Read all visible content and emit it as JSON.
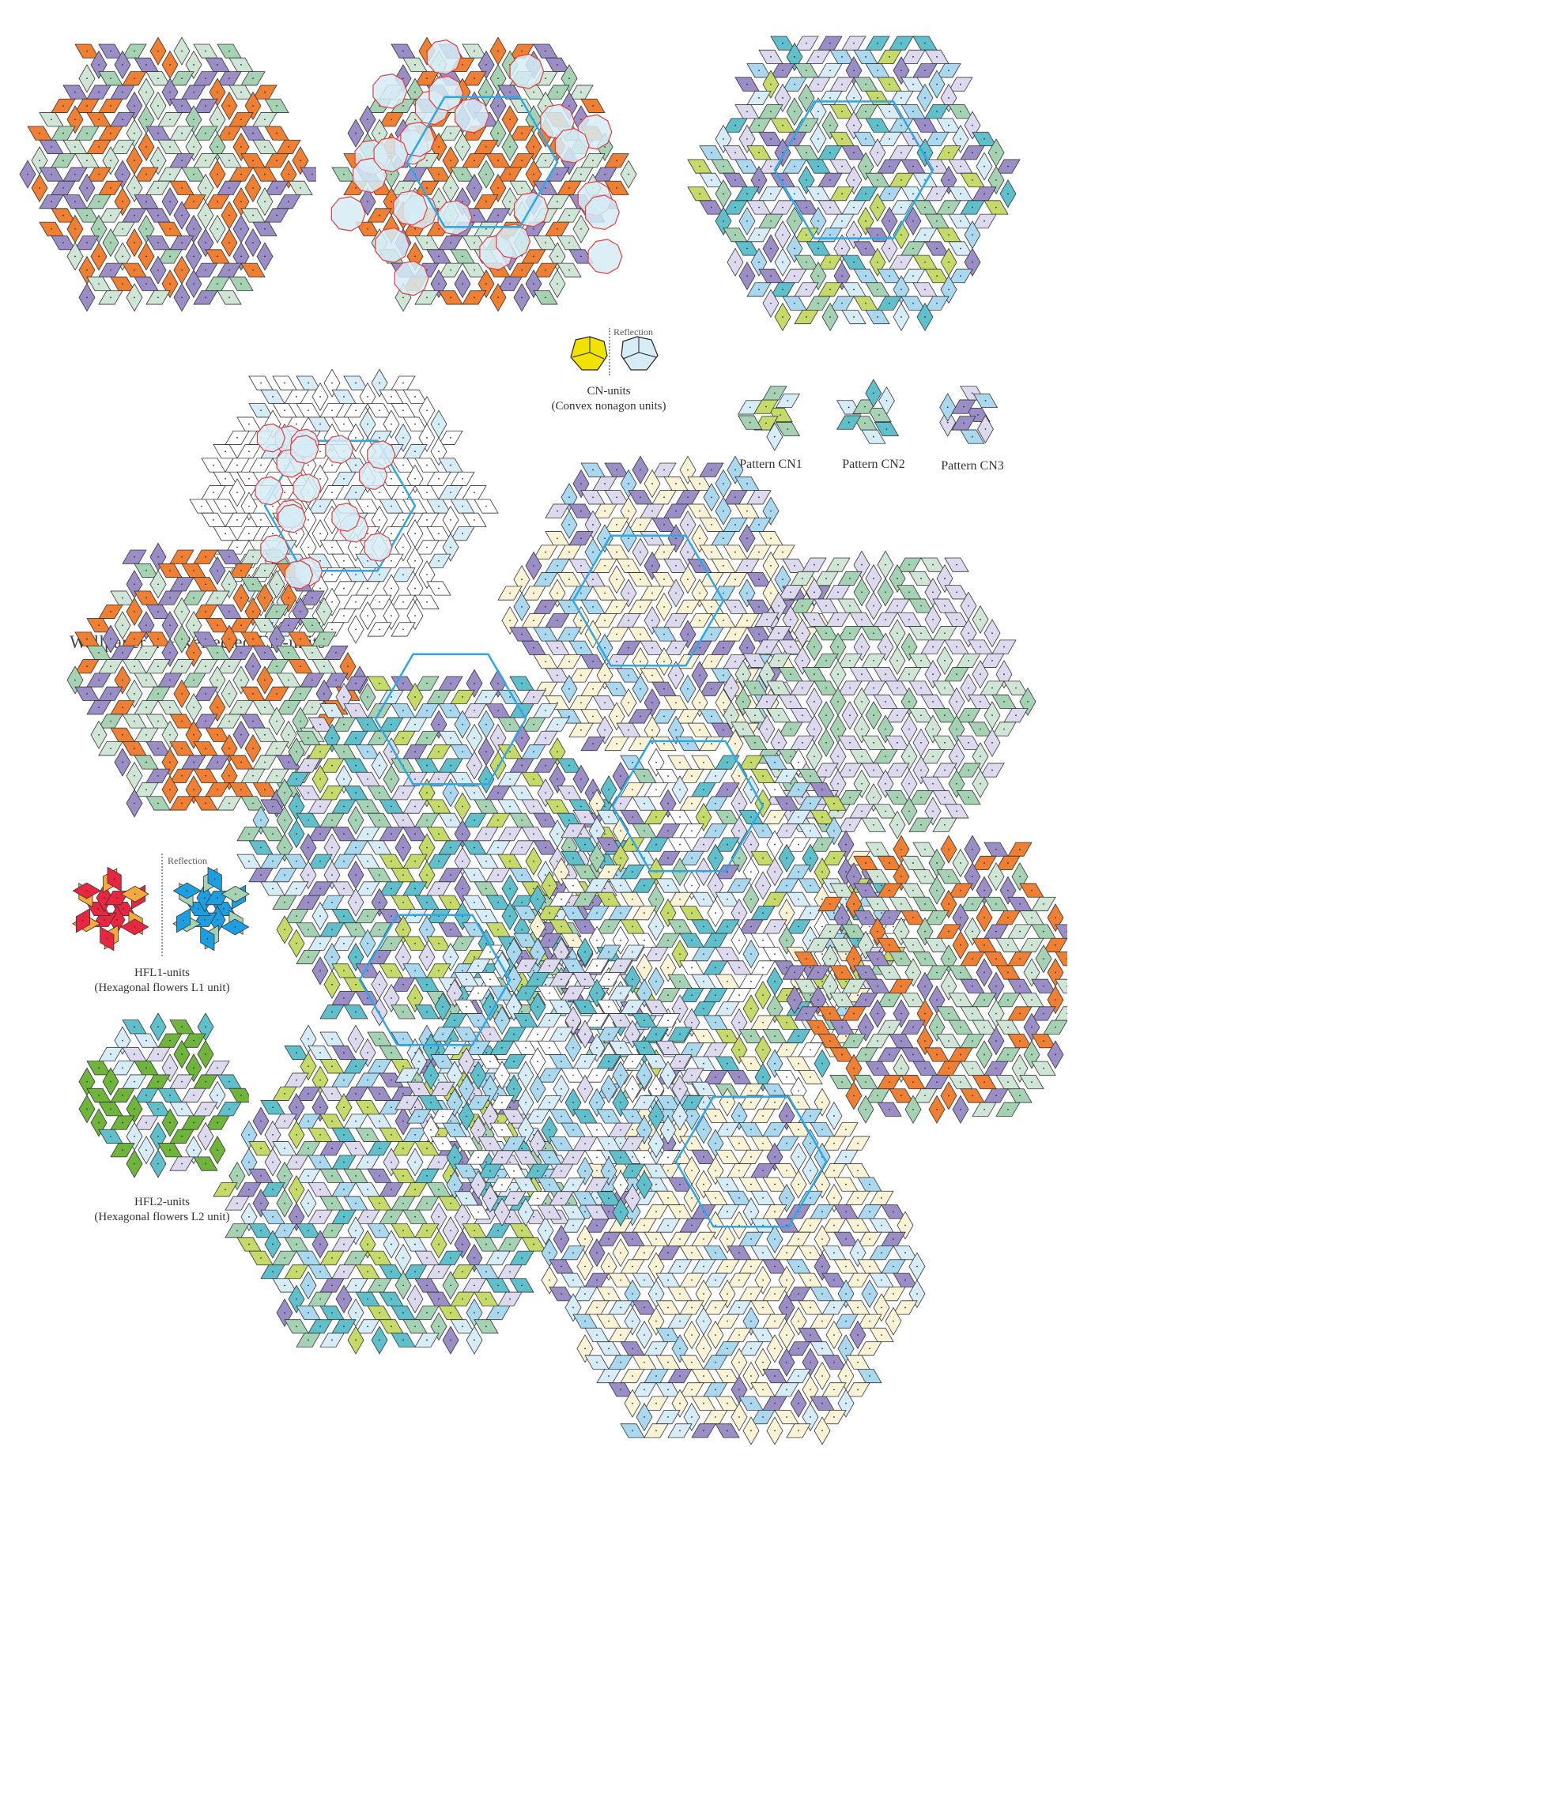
{
  "main_title": "Wallpaper 2 + Reflected CN-units",
  "cn_units": {
    "reflection_label": "Reflection",
    "title": "CN-units",
    "subtitle": "(Convex nonagon units)"
  },
  "patterns": [
    {
      "label": "Pattern CN1"
    },
    {
      "label": "Pattern CN2"
    },
    {
      "label": "Pattern CN3"
    }
  ],
  "hfl1": {
    "reflection_label": "Reflection",
    "title": "HFL1-units",
    "subtitle": "(Hexagonal flowers L1 unit)"
  },
  "hfl2": {
    "title": "HFL2-units",
    "subtitle": "(Hexagonal flowers L2 unit)"
  },
  "colors": {
    "purple": "#9b8dc6",
    "light_green": "#cfe6d6",
    "mid_green": "#a6d2b4",
    "orange": "#ee7f33",
    "light_blue": "#d6ecf6",
    "sky_blue": "#a9d8ef",
    "teal": "#5fc0cc",
    "lime": "#c6da6a",
    "lavender": "#ddd9ee",
    "cream": "#fbf3d6",
    "red": "#e8263f",
    "amber": "#f5a93d",
    "blue": "#1c9ee0",
    "green": "#6fb53b",
    "yellow": "#f2e200",
    "hex_outline": "#2ea7e6",
    "cn_outline": "#e33c3c"
  }
}
